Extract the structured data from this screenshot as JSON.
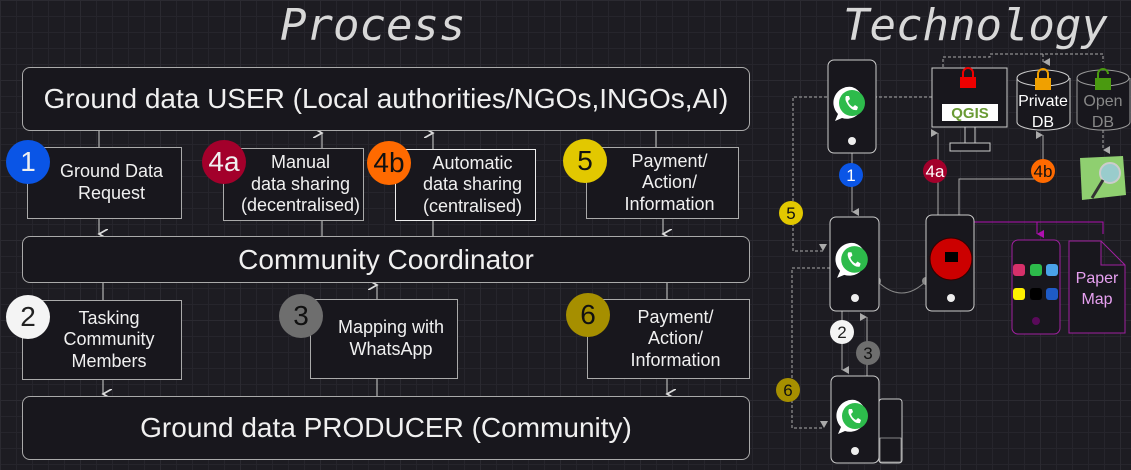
{
  "titles": {
    "process": "Process",
    "technology": "Technology"
  },
  "process": {
    "user": "Ground data USER (Local authorities/NGOs,INGOs,AI)",
    "coordinator": "Community Coordinator",
    "producer": "Ground data PRODUCER (Community)",
    "steps": [
      {
        "badge": "1",
        "label": "Ground Data\nRequest",
        "color": "#0a55e6"
      },
      {
        "badge": "4a",
        "label": "Manual\ndata sharing\n(decentralised)",
        "color": "#a3002b"
      },
      {
        "badge": "4b",
        "label": "Automatic\ndata sharing\n(centralised)",
        "color": "#ff6a00"
      },
      {
        "badge": "5",
        "label": "Payment/\nAction/\nInformation",
        "color": "#e2c800"
      },
      {
        "badge": "2",
        "label": "Tasking\nCommunity\nMembers",
        "color": "#f4f4f4"
      },
      {
        "badge": "3",
        "label": "Mapping with\nWhatsApp",
        "color": "#6e6e6e"
      },
      {
        "badge": "6",
        "label": "Payment/\nAction/\nInformation",
        "color": "#a68f00"
      }
    ]
  },
  "technology": {
    "qgis": "QGIS",
    "private_db": [
      "Private",
      "DB"
    ],
    "open_db": [
      "Open",
      "DB"
    ],
    "paper_map": [
      "Paper",
      "Map"
    ],
    "badges": [
      "1",
      "4a",
      "4b",
      "5",
      "2",
      "3",
      "6"
    ]
  }
}
